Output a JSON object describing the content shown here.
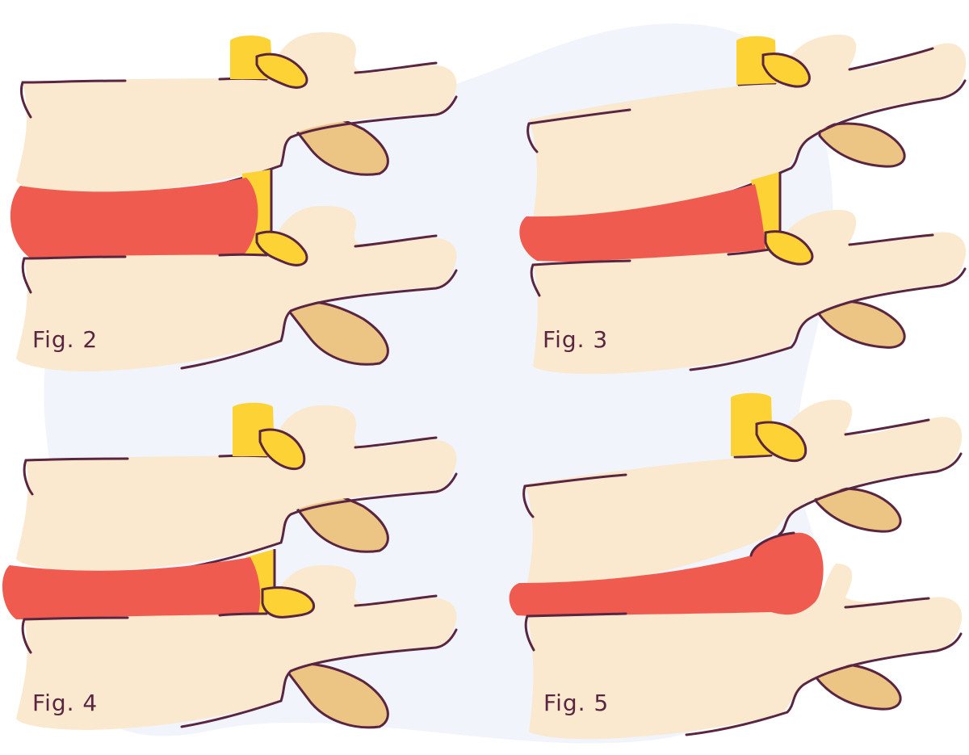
{
  "figures": [
    {
      "label": "Fig. 2",
      "stage": "normal-disc"
    },
    {
      "label": "Fig. 3",
      "stage": "disc-degeneration"
    },
    {
      "label": "Fig. 4",
      "stage": "disc-bulge"
    },
    {
      "label": "Fig. 5",
      "stage": "disc-herniation"
    }
  ],
  "colors": {
    "background_blob": "#f1f4fa",
    "bone": "#fae8cf",
    "bone_process": "#ecc585",
    "disc": "#ef5b4e",
    "nerve": "#fcd234",
    "outline": "#5a2540",
    "label": "#5a2540"
  }
}
